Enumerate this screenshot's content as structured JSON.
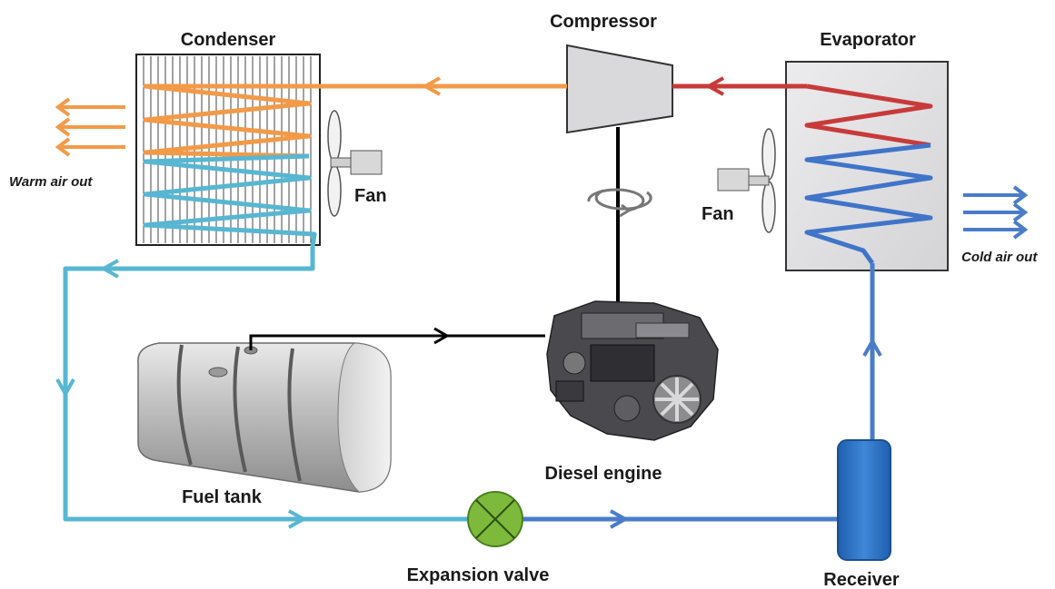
{
  "labels": {
    "condenser": "Condenser",
    "compressor": "Compressor",
    "evaporator": "Evaporator",
    "condenser_fan": "Fan",
    "evaporator_fan": "Fan",
    "warm_air_out": "Warm air out",
    "cold_air_out": "Cold air out",
    "diesel_engine": "Diesel engine",
    "fuel_tank": "Fuel tank",
    "expansion_valve": "Expansion valve",
    "receiver": "Receiver"
  },
  "colors": {
    "hot_gas": "#f39a48",
    "hot_inlet": "#c83a3a",
    "liquid": "#57b7d2",
    "cold_liquid": "#4a7cc8",
    "evaporator_coil_blue": "#3f74c9",
    "evaporator_box": "#e3e3e5",
    "compressor_body": "#d9d9dc",
    "valve_fill": "#7dba3c",
    "receiver_fill": "#2f74c9",
    "drive_link": "#000000"
  },
  "icons": {
    "condenser_fan": "fan-icon",
    "evaporator_fan": "fan-icon",
    "compressor_rotation": "rotation-arrow-icon",
    "expansion_valve": "valve-cross-icon"
  }
}
